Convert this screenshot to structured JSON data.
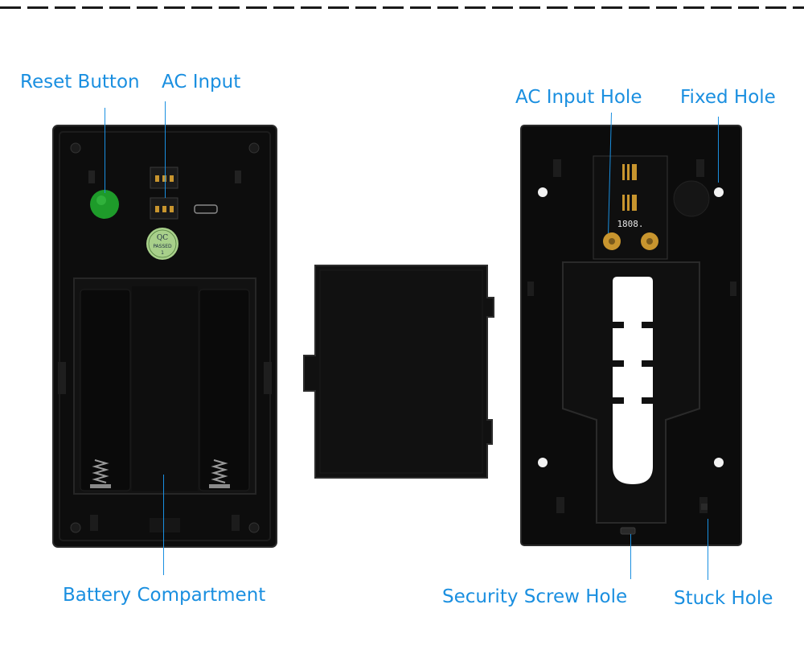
{
  "callouts": {
    "reset_button": "Reset Button",
    "ac_input": "AC Input",
    "battery_compartment": "Battery Compartment",
    "ac_input_hole": "AC Input Hole",
    "fixed_hole": "Fixed Hole",
    "security_screw_hole": "Security Screw Hole",
    "stuck_hole": "Stuck Hole"
  },
  "device_markings": {
    "qc_sticker_top": "QC",
    "qc_sticker_mid": "PASSED",
    "qc_sticker_bottom": "1",
    "pcb_code": "1808."
  },
  "colors": {
    "callout_text": "#1a8fe0",
    "device_body": "#0d0d0d",
    "reset_button": "#1e9b2a",
    "pcb_contacts": "#c8952e",
    "qc_sticker": "#a8d08a"
  }
}
